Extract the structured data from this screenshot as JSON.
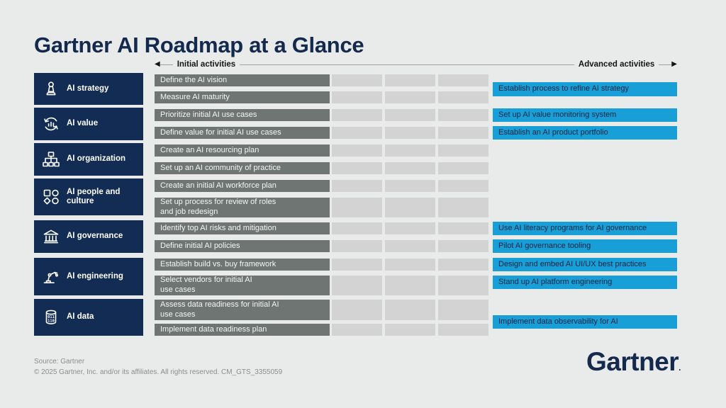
{
  "title": "Gartner AI Roadmap at a Glance",
  "axis": {
    "initial_label": "Initial activities",
    "advanced_label": "Advanced activities",
    "left_arrow": "◀",
    "right_arrow": "▶"
  },
  "colors": {
    "navy": "#132c53",
    "initial_bar_gray": "#6e7573",
    "timeline_cell_gray": "#d2d3d2",
    "advanced_bar_blue": "#189fd7",
    "background": "#e9eaea"
  },
  "sidebar": {
    "items": [
      {
        "label": "AI strategy",
        "icon": "chess-pawn-icon"
      },
      {
        "label": "AI value",
        "icon": "value-cycle-icon"
      },
      {
        "label": "AI organization",
        "icon": "org-chart-icon"
      },
      {
        "label": "AI people and culture",
        "icon": "shapes-icon"
      },
      {
        "label": "AI governance",
        "icon": "government-building-icon"
      },
      {
        "label": "AI engineering",
        "icon": "robot-arm-icon"
      },
      {
        "label": "AI data",
        "icon": "database-icon"
      }
    ]
  },
  "rows": [
    {
      "initial": "Define the AI vision"
    },
    {
      "initial": "Measure AI maturity"
    },
    {
      "initial": "Prioritize initial AI use cases"
    },
    {
      "initial": "Define value for initial AI use cases"
    },
    {
      "initial": "Create an AI resourcing plan"
    },
    {
      "initial": "Set up an AI community of practice"
    },
    {
      "initial": "Create an initial AI workforce plan"
    },
    {
      "initial": "Set up process for review of roles\nand job redesign"
    },
    {
      "initial": "Identify top AI risks and mitigation"
    },
    {
      "initial": "Define initial AI policies"
    },
    {
      "initial": "Establish build vs. buy framework"
    },
    {
      "initial": "Select vendors for initial AI\nuse cases"
    },
    {
      "initial": "Assess data readiness for initial AI\nuse cases"
    },
    {
      "initial": "Implement data readiness plan"
    }
  ],
  "advanced": [
    {
      "label": "Establish process to refine AI strategy"
    },
    {
      "label": "Set up AI value monitoring system"
    },
    {
      "label": "Establish an AI product portfolio"
    },
    {
      "label": "Use AI literacy programs for AI governance"
    },
    {
      "label": "Pilot AI governance tooling"
    },
    {
      "label": "Design and embed AI UI/UX best practices"
    },
    {
      "label": "Stand up AI platform engineering"
    },
    {
      "label": "Implement data observability for AI"
    }
  ],
  "footer": {
    "source": "Source: Gartner",
    "copyright": "© 2025 Gartner, Inc. and/or its affiliates. All rights reserved. CM_GTS_3355059",
    "logo_text": "Gartner",
    "logo_mark": "."
  }
}
